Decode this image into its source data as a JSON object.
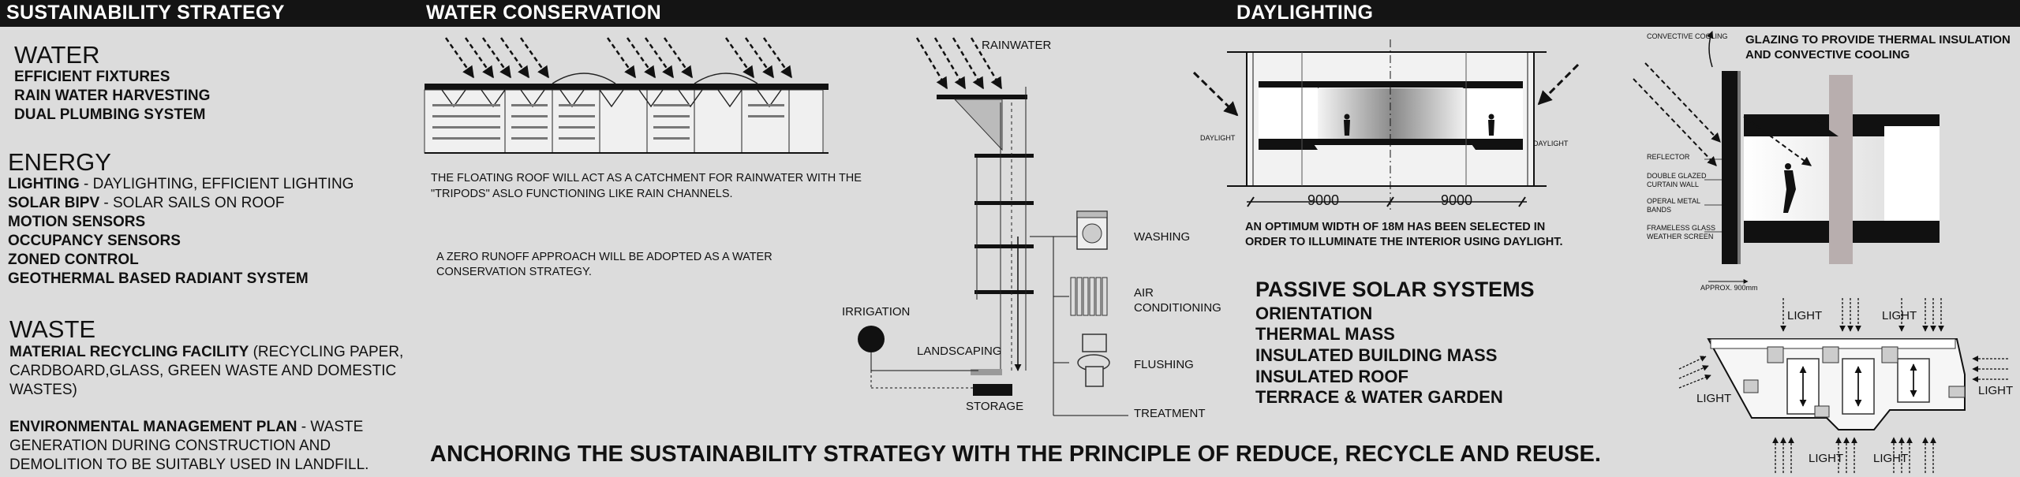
{
  "headers": {
    "strategy": "SUSTAINABILITY STRATEGY",
    "water_conservation": "WATER CONSERVATION",
    "daylighting": "DAYLIGHTING"
  },
  "water": {
    "title": "WATER",
    "items": [
      "EFFICIENT FIXTURES",
      "RAIN WATER HARVESTING",
      "DUAL PLUMBING SYSTEM"
    ]
  },
  "energy": {
    "title": "ENERGY",
    "lines": [
      {
        "bold": "LIGHTING",
        "rest": " - DAYLIGHTING, EFFICIENT LIGHTING"
      },
      {
        "bold": "SOLAR BIPV",
        "rest": " - SOLAR SAILS ON ROOF"
      },
      {
        "bold": "MOTION SENSORS",
        "rest": ""
      },
      {
        "bold": "OCCUPANCY SENSORS",
        "rest": ""
      },
      {
        "bold": "ZONED CONTROL",
        "rest": ""
      },
      {
        "bold": "GEOTHERMAL BASED RADIANT SYSTEM",
        "rest": ""
      }
    ]
  },
  "waste": {
    "title": "WASTE",
    "mrf_bold": "MATERIAL RECYCLING FACILITY",
    "mrf_line1": " (RECYCLING PAPER,",
    "mrf_line2": "CARDBOARD,GLASS, GREEN WASTE AND DOMESTIC",
    "mrf_line3": "WASTES)",
    "emp_bold": "ENVIRONMENTAL MANAGEMENT PLAN",
    "emp_line1": " - WASTE",
    "emp_line2": "GENERATION DURING CONSTRUCTION AND",
    "emp_line3": "DEMOLITION TO BE SUITABLY USED IN LANDFILL."
  },
  "water_conservation": {
    "roof_text_1": "THE FLOATING ROOF WILL ACT AS A CATCHMENT FOR RAINWATER WITH THE",
    "roof_text_2": "\"TRIPODS\" ASLO FUNCTIONING LIKE RAIN CHANNELS.",
    "runoff_text_1": "A ZERO RUNOFF APPROACH WILL BE ADOPTED AS A WATER",
    "runoff_text_2": "CONSERVATION STRATEGY.",
    "labels": {
      "rainwater": "RAINWATER",
      "irrigation": "IRRIGATION",
      "landscaping": "LANDSCAPING",
      "storage": "STORAGE",
      "washing": "WASHING",
      "air_1": "AIR",
      "air_2": "CONDITIONING",
      "flushing": "FLUSHING",
      "treatment": "TREATMENT"
    }
  },
  "daylighting": {
    "daylight_left": "DAYLIGHT",
    "daylight_right": "DAYLIGHT",
    "dim_left": "9000",
    "dim_right": "9000",
    "text_1": "AN OPTIMUM WIDTH OF 18M HAS BEEN SELECTED IN",
    "text_2": "ORDER TO ILLUMINATE THE INTERIOR USING DAYLIGHT."
  },
  "passive": {
    "title": "PASSIVE SOLAR SYSTEMS",
    "items": [
      "ORIENTATION",
      "THERMAL MASS",
      "INSULATED BUILDING MASS",
      "INSULATED  ROOF",
      "TERRACE & WATER GARDEN"
    ]
  },
  "glazing": {
    "title_1": "GLAZING  TO PROVIDE THERMAL INSULATION",
    "title_2": "AND CONVECTIVE COOLING",
    "convective": "CONVECTIVE COOLING",
    "reflector": "REFLECTOR",
    "double_1": "DOUBLE GLAZED",
    "double_2": "CURTAIN WALL",
    "opera_1": "OPERAL METAL",
    "opera_2": "BANDS",
    "frameless_1": "FRAMELESS GLASS",
    "frameless_2": "WEATHER SCREEN",
    "approx": "APPROX. 900mm"
  },
  "plan": {
    "light_labels": [
      "LIGHT",
      "LIGHT",
      "LIGHT",
      "LIGHT",
      "LIGHT",
      "LIGHT"
    ]
  },
  "footer": "ANCHORING THE SUSTAINABILITY STRATEGY WITH THE PRINCIPLE OF REDUCE, RECYCLE AND REUSE."
}
